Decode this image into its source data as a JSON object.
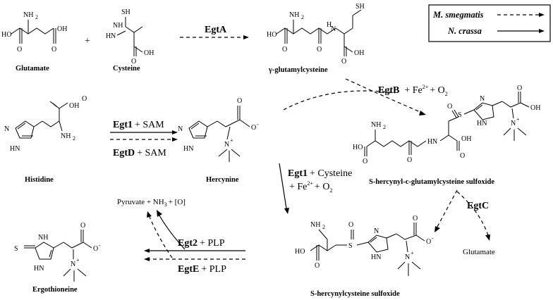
{
  "compounds": {
    "glutamate": "Glutamate",
    "cysteine": "Cysteine",
    "gamma_glutamylcysteine": "γ-glutamylcysteine",
    "histidine": "Histidine",
    "hercynine": "Hercynine",
    "shercynyl_glutamylcysteine_sulfoxide": "S-hercynyl-c-glutamylcysteine sulfoxide",
    "shercynylcysteine_sulfoxide": "S-hercynylcysteine sulfoxide",
    "ergothioneine": "Ergothioneine",
    "glutamate_byproduct": "Glutamate"
  },
  "enzymes": {
    "egtA": "EgtA",
    "egtB": "EgtB",
    "egtB_cofactors": "+ Fe",
    "egtB_sup": "2+",
    "egtB_tail": "+ O",
    "egtB_sub": "2",
    "egt1": "Egt1",
    "egt1_cofactor": "+ SAM",
    "egtD": "EgtD",
    "egtD_cofactor": "+ SAM",
    "egt1_b": "Egt1",
    "egt1_b_cofactor": "+ Cysteine",
    "egt1_b_fe": "+ Fe",
    "egt1_b_sup": "2+",
    "egt1_b_o": "+ O",
    "egt1_b_sub": "2",
    "egtC": "EgtC",
    "egt2": "Egt2",
    "egt2_cofactor": "+ PLP",
    "egtE": "EgtE",
    "egtE_cofactor": "+ PLP"
  },
  "byproducts": {
    "pyruvate_a": "Pyruvate + NH",
    "pyruvate_sub": "3",
    "pyruvate_b": "+ [O]"
  },
  "legend": {
    "msmegmatis": "M. smegmatis",
    "ncrassa": "N. crassa",
    "msmegmatis_style": "dashed",
    "ncrassa_style": "solid"
  },
  "atoms": {
    "nh2": "NH",
    "two": "2",
    "ho": "HO",
    "oh": "OH",
    "o": "O",
    "sh": "SH",
    "h": "H",
    "n": "N",
    "nh": "NH",
    "hn": "HN",
    "s": "S",
    "o_minus": "O",
    "minus": "-",
    "nplus": "N",
    "plus": "+",
    "f_n": "N",
    "f_h": "H"
  }
}
